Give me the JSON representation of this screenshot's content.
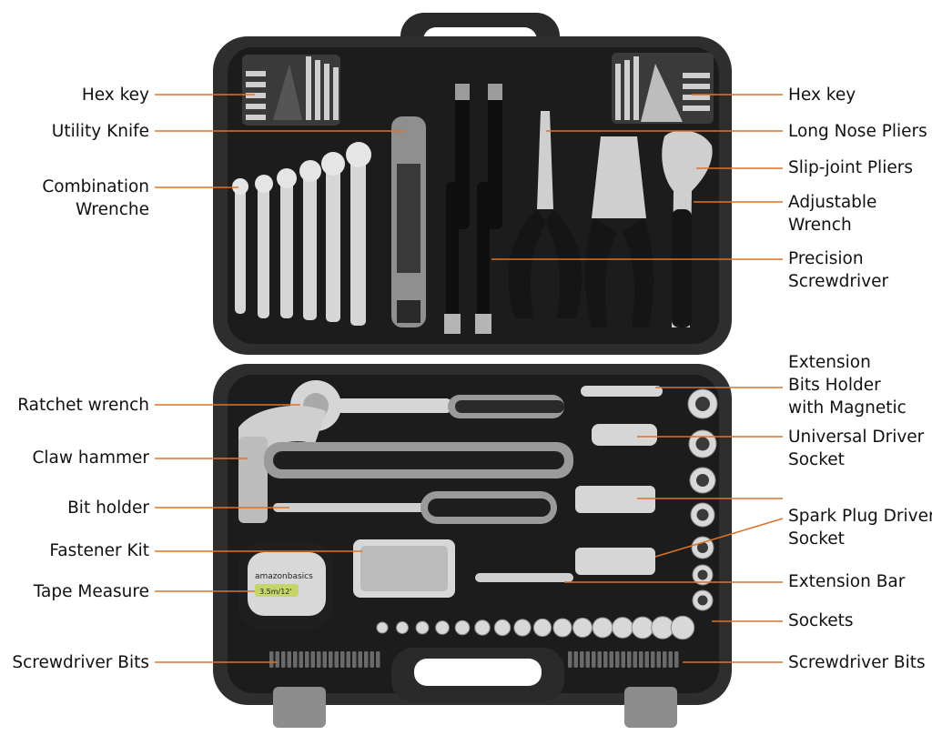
{
  "colors": {
    "leader_line": "#d9742b",
    "case_outer": "#2b2b2b",
    "case_inner": "#1a1a1a",
    "metal": "#cfcfcf",
    "grip_grey": "#9a9a9a",
    "grip_black": "#151515"
  },
  "callouts_left": [
    {
      "lines": [
        "Hex key"
      ]
    },
    {
      "lines": [
        "Utility Knife"
      ]
    },
    {
      "lines": [
        "Combination",
        "Wrenche"
      ]
    },
    {
      "lines": [
        "Ratchet wrench"
      ]
    },
    {
      "lines": [
        "Claw hammer"
      ]
    },
    {
      "lines": [
        "Bit holder"
      ]
    },
    {
      "lines": [
        "Fastener Kit"
      ]
    },
    {
      "lines": [
        "Tape Measure"
      ]
    },
    {
      "lines": [
        "Screwdriver Bits"
      ]
    }
  ],
  "callouts_right": [
    {
      "lines": [
        "Hex key"
      ]
    },
    {
      "lines": [
        "Long Nose Pliers"
      ]
    },
    {
      "lines": [
        "Slip-joint Pliers"
      ]
    },
    {
      "lines": [
        "Adjustable",
        "Wrench"
      ]
    },
    {
      "lines": [
        "Precision",
        "Screwdriver"
      ]
    },
    {
      "lines": [
        "Extension",
        "Bits Holder",
        "with Magnetic"
      ]
    },
    {
      "lines": [
        "Universal Driver",
        "Socket"
      ]
    },
    {
      "lines": [
        "Spark Plug Driver",
        "Socket"
      ]
    },
    {
      "lines": [
        "Extension Bar"
      ]
    },
    {
      "lines": [
        "Sockets"
      ]
    },
    {
      "lines": [
        "Screwdriver Bits"
      ]
    }
  ],
  "product_marks": {
    "tape_brand": "amazonbasics",
    "tape_size": "3.5m/12'"
  }
}
